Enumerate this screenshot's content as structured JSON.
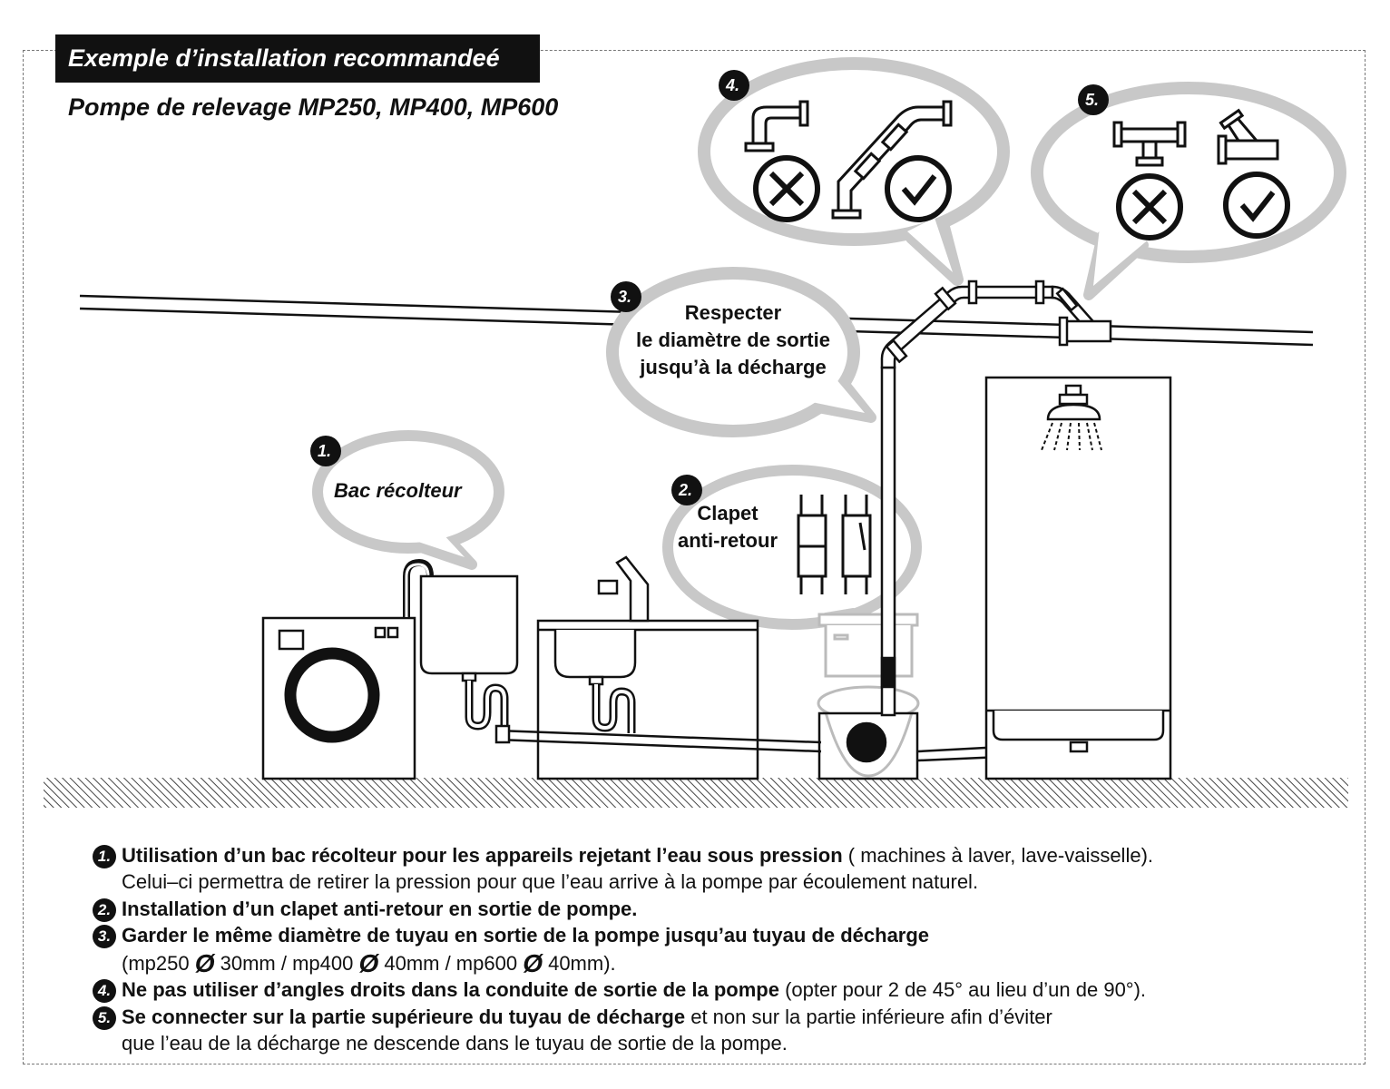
{
  "title": "Exemple d’installation recommandeé",
  "subtitle": "Pompe de relevage MP250, MP400, MP600",
  "bubbles": {
    "b1": {
      "number": "1.",
      "text": "Bac récolteur"
    },
    "b2": {
      "number": "2.",
      "line1": "Clapet",
      "line2": "anti-retour"
    },
    "b3": {
      "number": "3.",
      "line1": "Respecter",
      "line2": "le diamètre de sortie",
      "line3": "jusqu’à la décharge"
    },
    "b4": {
      "number": "4."
    },
    "b5": {
      "number": "5."
    }
  },
  "notes": {
    "n1": {
      "num": "1.",
      "bold": "Utilisation d’un bac récolteur pour les appareils rejetant l’eau sous pression",
      "rest": " ( machines à laver, lave-vaisselle).",
      "line2": "Celui–ci permettra de retirer la pression pour que l’eau arrive à la pompe par écoulement naturel."
    },
    "n2": {
      "num": "2.",
      "bold": "Installation d’un clapet anti-retour en sortie de pompe."
    },
    "n3": {
      "num": "3.",
      "bold": "Garder le même diamètre de tuyau en sortie de la pompe jusqu’au tuyau de décharge",
      "l2a": "(mp250 ",
      "d1": "Ø",
      "l2b": " 30mm / mp400 ",
      "d2": "Ø",
      "l2c": " 40mm / mp600 ",
      "d3": "Ø",
      "l2d": " 40mm)."
    },
    "n4": {
      "num": "4.",
      "bold": "Ne pas utiliser d’angles droits dans la conduite de sortie de la pompe",
      "rest": " (opter pour 2 de 45° au lieu d’un de 90°)."
    },
    "n5": {
      "num": "5.",
      "bold": "Se connecter sur la partie supérieure du tuyau de décharge",
      "rest": " et non sur la partie inférieure afin d’éviter",
      "line2": "que l’eau de la décharge ne descende dans le tuyau de sortie de la pompe."
    }
  }
}
